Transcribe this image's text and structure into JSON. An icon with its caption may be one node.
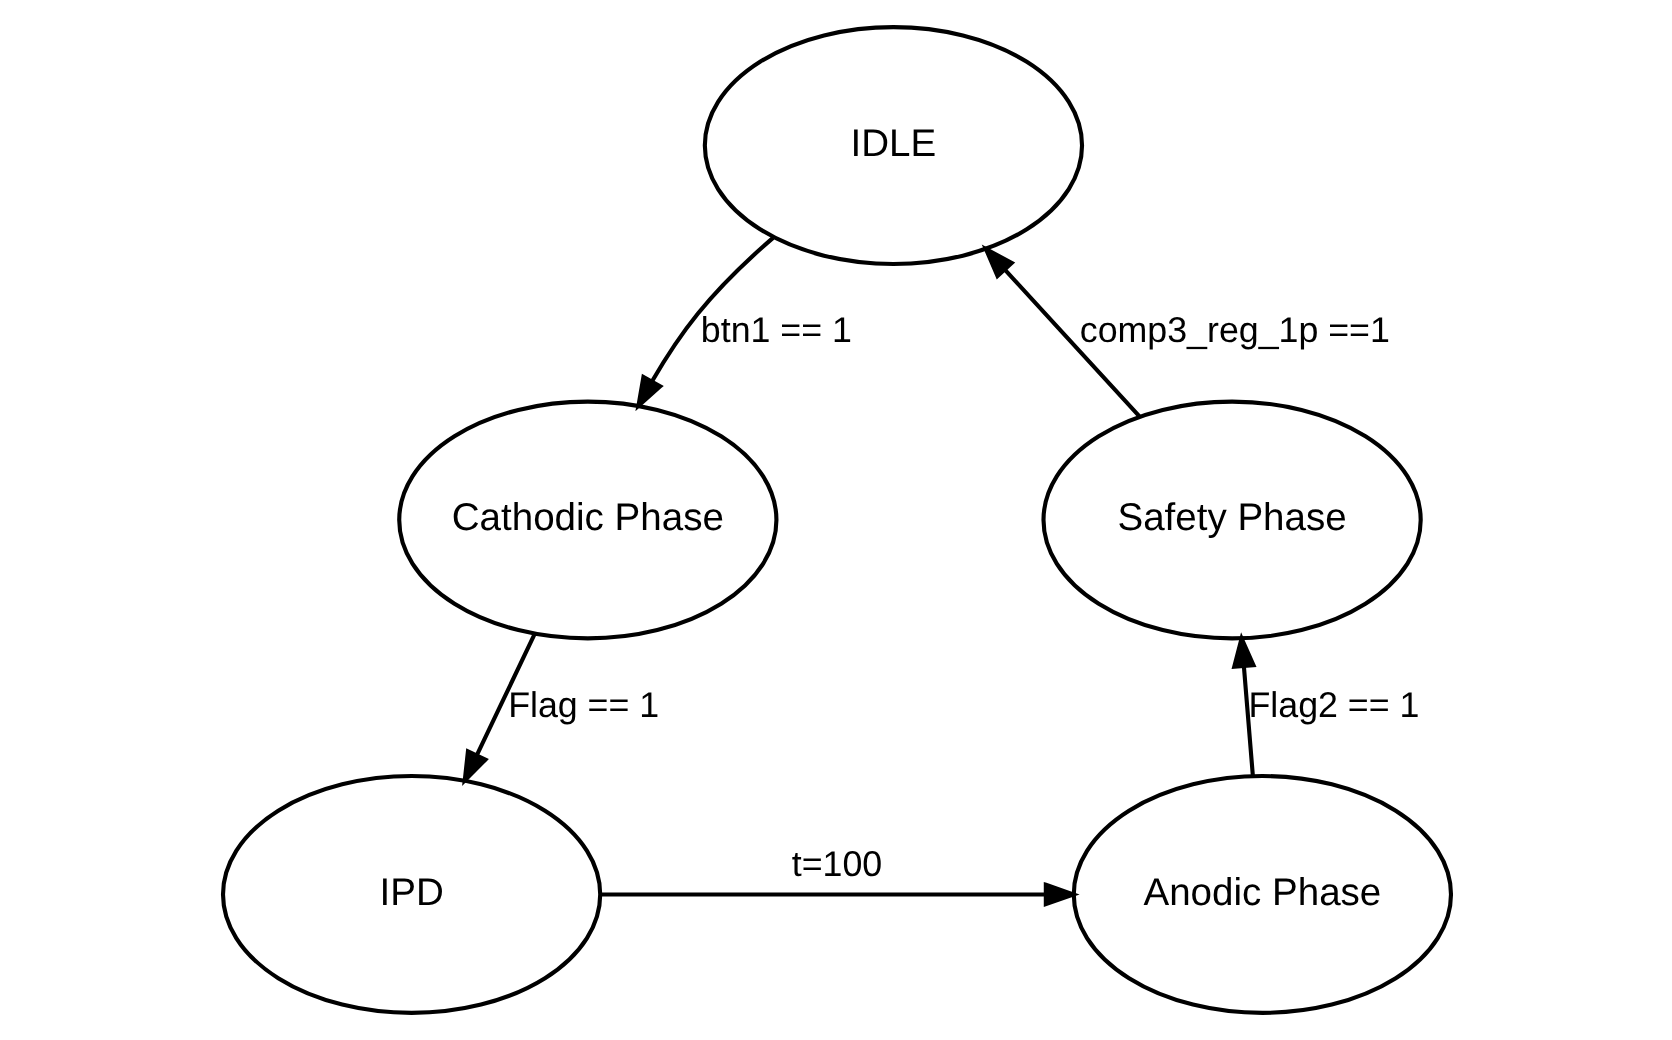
{
  "diagram": {
    "nodes": [
      {
        "text": [
          "IDLE"
        ]
      },
      {
        "text": [
          "Cathodic Phase"
        ]
      },
      {
        "text": [
          "IPD"
        ]
      },
      {
        "text": [
          "Anodic Phase"
        ]
      },
      {
        "text": [
          "Safety Phase"
        ]
      }
    ],
    "edges": [
      {
        "from": 0,
        "to": 1,
        "arrow": "to",
        "label": "btn1 == 1"
      },
      {
        "from": 1,
        "to": 2,
        "arrow": "to",
        "label": "Flag == 1"
      },
      {
        "from": 2,
        "to": 3,
        "arrow": "to",
        "label": "t=100"
      },
      {
        "from": 3,
        "to": 4,
        "arrow": "to",
        "label": "Flag2 == 1"
      },
      {
        "from": 4,
        "to": 0,
        "arrow": "to",
        "label": "comp3_reg_1p ==1"
      }
    ]
  }
}
